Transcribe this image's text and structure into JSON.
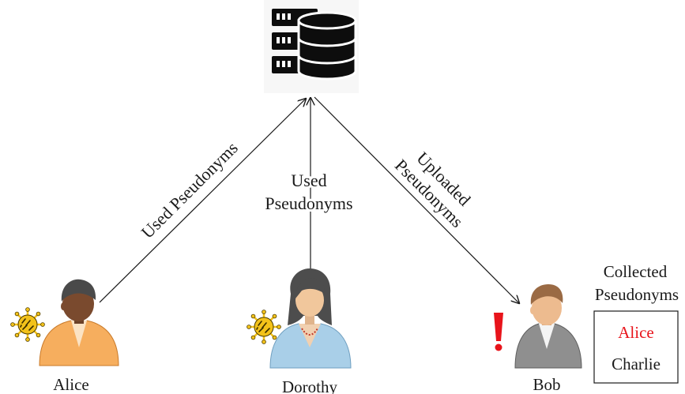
{
  "server": {
    "icon": "server-database-icon"
  },
  "edges": {
    "alice": {
      "label": "Used Pseudonyms"
    },
    "dorothy": {
      "label_line1": "Used",
      "label_line2": "Pseudonyms"
    },
    "bob": {
      "label_line1": "Uploaded",
      "label_line2": "Pseudonyms"
    }
  },
  "people": {
    "alice": {
      "name": "Alice",
      "icon": "person-icon",
      "virus_icon": "virus-icon",
      "shirt_color": "#f6ae5e"
    },
    "dorothy": {
      "name": "Dorothy",
      "icon": "person-icon",
      "virus_icon": "virus-icon",
      "shirt_color": "#a9cfe8"
    },
    "bob": {
      "name": "Bob",
      "icon": "person-icon",
      "alert_icon": "exclamation-icon",
      "shirt_color": "#8f8f8f"
    }
  },
  "collected": {
    "title_line1": "Collected",
    "title_line2": "Pseudonyms",
    "items": [
      {
        "name": "Alice",
        "color": "#e8141b"
      },
      {
        "name": "Charlie",
        "color": "#1a1a1a"
      }
    ]
  },
  "colors": {
    "virus": "#f3c21a",
    "alert": "#e8141b",
    "line": "#1a1a1a"
  }
}
